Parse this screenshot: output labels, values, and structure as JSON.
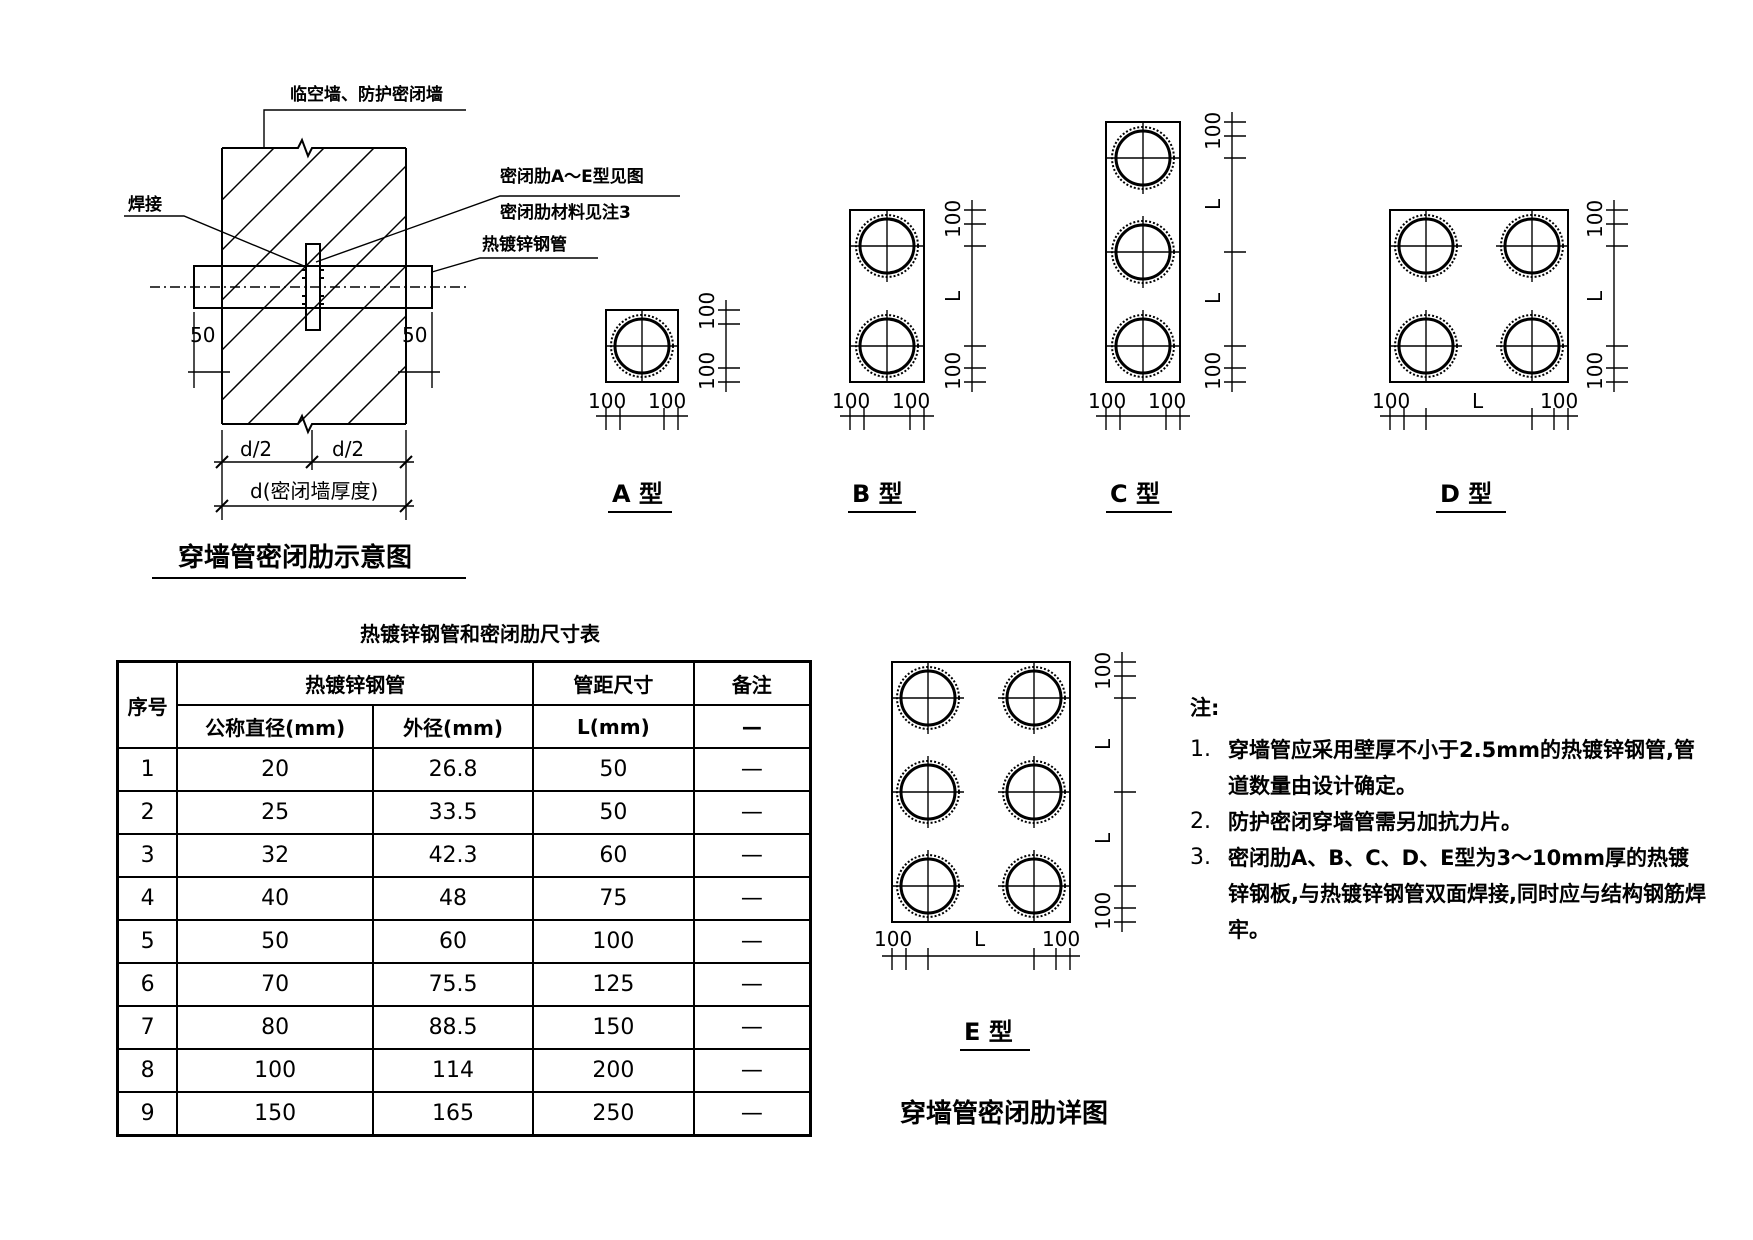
{
  "section_view": {
    "wall_label": "临空墙、防护密闭墙",
    "rib_label_1": "密闭肋A～E型见图",
    "rib_label_2": "密闭肋材料见注3",
    "weld_label": "焊接",
    "pipe_label": "热镀锌钢管",
    "dim_50_left": "50",
    "dim_50_right": "50",
    "half_d_left": "d/2",
    "half_d_right": "d/2",
    "d_label": "d(密闭墙厚度)",
    "caption": "穿墙管密闭肋示意图"
  },
  "types": {
    "A": "A 型",
    "B": "B 型",
    "C": "C 型",
    "D": "D 型",
    "E": "E 型",
    "dim_100": "100",
    "dim_L": "L"
  },
  "table": {
    "title": "热镀锌钢管和密闭肋尺寸表",
    "headers": {
      "no": "序号",
      "pipe": "热镀锌钢管",
      "spacing": "管距尺寸",
      "remark": "备注",
      "dn": "公称直径(mm)",
      "od": "外径(mm)",
      "l": "L(mm)",
      "remark_sub": "—"
    },
    "rows": [
      {
        "no": "1",
        "dn": "20",
        "od": "26.8",
        "l": "50",
        "remark": "—"
      },
      {
        "no": "2",
        "dn": "25",
        "od": "33.5",
        "l": "50",
        "remark": "—"
      },
      {
        "no": "3",
        "dn": "32",
        "od": "42.3",
        "l": "60",
        "remark": "—"
      },
      {
        "no": "4",
        "dn": "40",
        "od": "48",
        "l": "75",
        "remark": "—"
      },
      {
        "no": "5",
        "dn": "50",
        "od": "60",
        "l": "100",
        "remark": "—"
      },
      {
        "no": "6",
        "dn": "70",
        "od": "75.5",
        "l": "125",
        "remark": "—"
      },
      {
        "no": "7",
        "dn": "80",
        "od": "88.5",
        "l": "150",
        "remark": "—"
      },
      {
        "no": "8",
        "dn": "100",
        "od": "114",
        "l": "200",
        "remark": "—"
      },
      {
        "no": "9",
        "dn": "150",
        "od": "165",
        "l": "250",
        "remark": "—"
      }
    ]
  },
  "notes": {
    "head": "注:",
    "items": [
      {
        "num": "1.",
        "text": "穿墙管应采用壁厚不小于2.5mm的热镀锌钢管,管道数量由设计确定。"
      },
      {
        "num": "2.",
        "text": "防护密闭穿墙管需另加抗力片。"
      },
      {
        "num": "3.",
        "text": "密闭肋A、B、C、D、E型为3～10mm厚的热镀锌钢板,与热镀锌钢管双面焊接,同时应与结构钢筋焊牢。"
      }
    ]
  },
  "detail_caption": "穿墙管密闭肋详图"
}
